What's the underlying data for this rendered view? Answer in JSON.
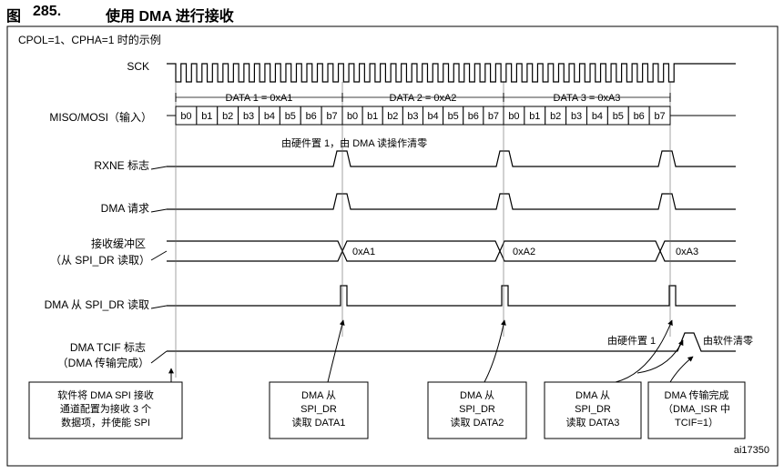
{
  "caption": {
    "figure_prefix": "图",
    "figure_number": "285.",
    "title": "使用 DMA 进行接收"
  },
  "subtitle": "CPOL=1、CPHA=1 时的示例",
  "signals": {
    "sck": "SCK",
    "miso_mosi": "MISO/MOSI（输入）",
    "rxne": "RXNE 标志",
    "dma_request": "DMA 请求",
    "rx_buffer_line1": "接收缓冲区",
    "rx_buffer_line2": "（从 SPI_DR 读取）",
    "dma_read": "DMA 从 SPI_DR 读取",
    "tcif_line1": "DMA TCIF 标志",
    "tcif_line2": "（DMA 传输完成）"
  },
  "data_frames": [
    {
      "label": "DATA 1 = 0xA1",
      "value": "0xA1"
    },
    {
      "label": "DATA 2 = 0xA2",
      "value": "0xA2"
    },
    {
      "label": "DATA 3 = 0xA3",
      "value": "0xA3"
    }
  ],
  "bits": [
    "b0",
    "b1",
    "b2",
    "b3",
    "b4",
    "b5",
    "b6",
    "b7"
  ],
  "annotations": {
    "rxne_note": "由硬件置 1，由 DMA 读操作清零",
    "tcif_set": "由硬件置 1",
    "tcif_clear": "由软件清零"
  },
  "boxes": [
    [
      "软件将 DMA SPI 接收",
      "通道配置为接收 3 个",
      "数据项，并使能 SPI"
    ],
    [
      "DMA 从",
      "SPI_DR",
      "读取 DATA1"
    ],
    [
      "DMA 从",
      "SPI_DR",
      "读取 DATA2"
    ],
    [
      "DMA 从",
      "SPI_DR",
      "读取 DATA3"
    ],
    [
      "DMA 传输完成",
      "（DMA_ISR 中",
      "TCIF=1）"
    ]
  ],
  "figure_id": "ai17350"
}
